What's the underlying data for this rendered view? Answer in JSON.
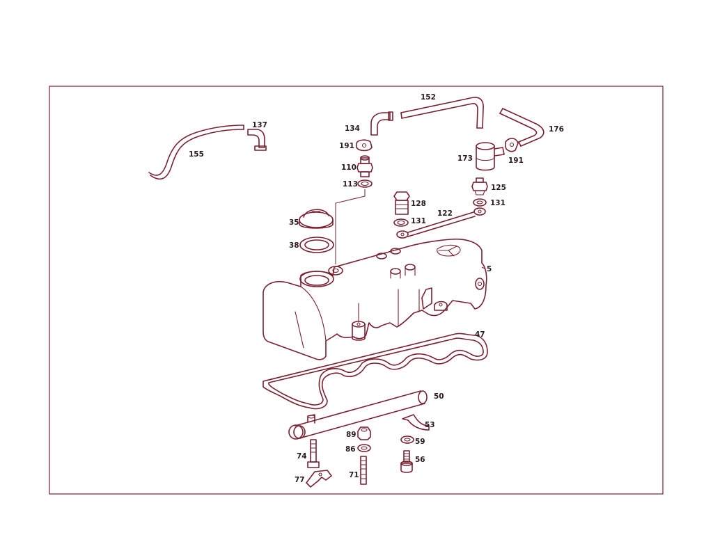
{
  "colors": {
    "line": "#7a1f2e",
    "text": "#2a1a1e",
    "background": "#ffffff"
  },
  "callouts": {
    "p137": "137",
    "p155": "155",
    "p152": "152",
    "p134": "134",
    "p176": "176",
    "p191a": "191",
    "p191b": "191",
    "p173": "173",
    "p110": "110",
    "p113": "113",
    "p125": "125",
    "p128": "128",
    "p131a": "131",
    "p122": "122",
    "p131b": "131",
    "p35": "35",
    "p38": "38",
    "p5": "5",
    "p47": "47",
    "p50": "50",
    "p53": "53",
    "p89": "89",
    "p59": "59",
    "p74": "74",
    "p86": "86",
    "p56": "56",
    "p77": "77",
    "p71": "71"
  }
}
